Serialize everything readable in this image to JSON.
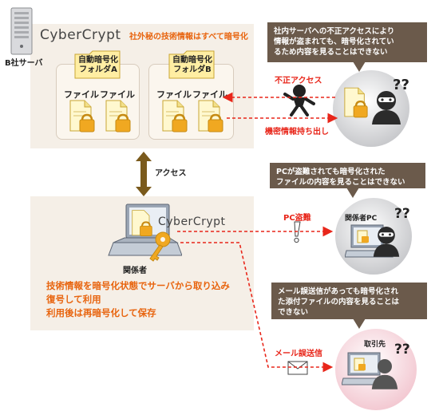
{
  "server": {
    "label": "B社サーバ",
    "brand_name": "CyberCrypt",
    "caption": "社外秘の技術情報はすべて暗号化",
    "folders": [
      {
        "label": "自動暗号化\nフォルダA",
        "files": [
          "ファイル",
          "ファイル"
        ]
      },
      {
        "label": "自動暗号化\nフォルダB",
        "files": [
          "ファイル",
          "ファイル"
        ]
      }
    ]
  },
  "access_label": "アクセス",
  "attack": {
    "unauthorized_access": "不正アクセス",
    "data_exfiltration": "機密情報持ち出し",
    "callout": "社内サーバへの不正アクセスにより\n情報が盗まれても、暗号化されてい\nるため内容を見ることはできない"
  },
  "client": {
    "brand_name": "CyberCrypt",
    "person_label": "関係者",
    "description": [
      "技術情報を暗号化状態でサーバから取り込み",
      "復号して利用",
      "利用後は再暗号化して保存"
    ]
  },
  "pc_theft": {
    "label": "PC盗難",
    "callout": "PCが盗難されても暗号化された\nファイルの内容を見ることはできない",
    "pc_label": "関係者PC"
  },
  "misdelivery": {
    "label": "メール誤送信",
    "callout": "メール誤送信があっても暗号化され\nた添付ファイルの内容を見ることは\nできない",
    "recipient_label": "取引先"
  },
  "colors": {
    "accent_red": "#e8261a",
    "accent_orange": "#e8640e",
    "panel_bg": "#f5efe7",
    "callout_bg": "#6b5a4b",
    "arrow_brown": "#7a5a1c"
  }
}
